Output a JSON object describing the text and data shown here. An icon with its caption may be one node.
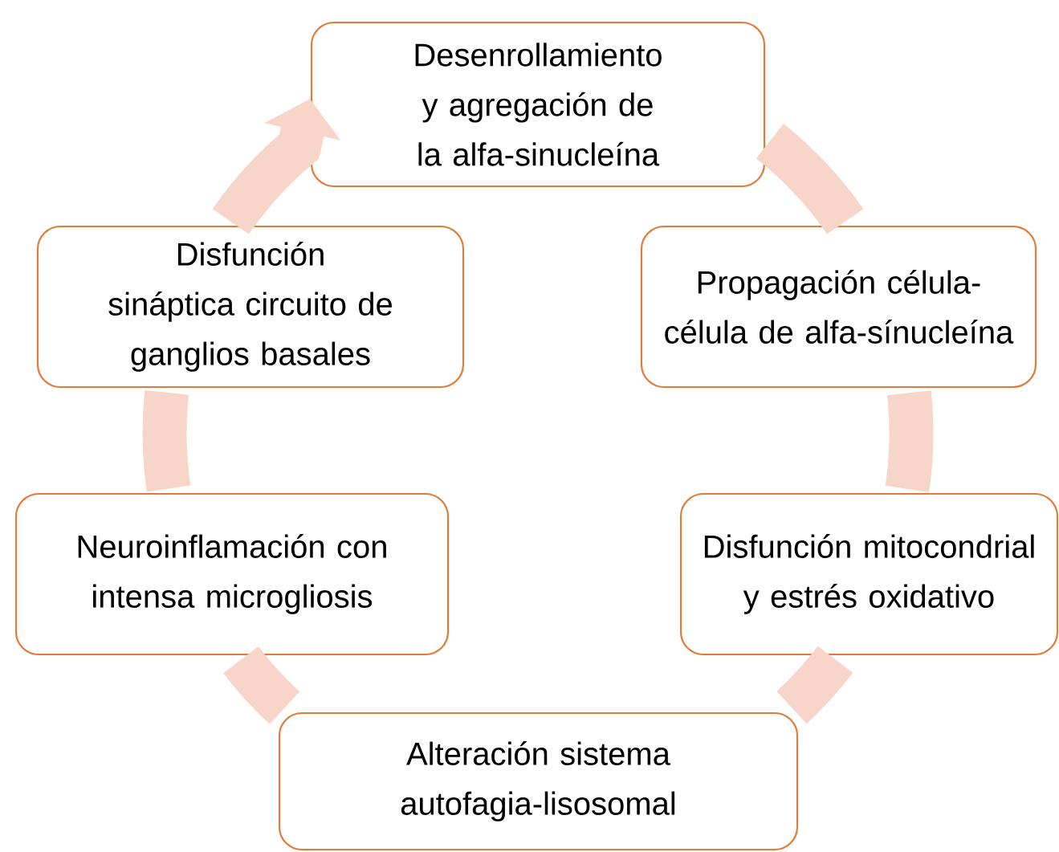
{
  "diagram": {
    "nodes": [
      {
        "text": [
          "Desenrollamiento y agregación de la alfa-sinucleína"
        ]
      },
      {
        "text": [
          "Propagación célula- célula de alfa-sínucleína"
        ]
      },
      {
        "text": [
          "Disfunción mitocondrial y estrés oxidativo"
        ]
      },
      {
        "text": [
          "Alteración sistema autofagia-lisosomal"
        ]
      },
      {
        "text": [
          "Neuroinflamación con intensa microgliosis"
        ]
      },
      {
        "text": [
          "Disfunción sináptica circuito de ganglios basales"
        ]
      }
    ],
    "edges": [
      {
        "from": 0,
        "to": 1,
        "arrow": "none"
      },
      {
        "from": 1,
        "to": 2,
        "arrow": "none"
      },
      {
        "from": 2,
        "to": 3,
        "arrow": "none"
      },
      {
        "from": 3,
        "to": 4,
        "arrow": "none"
      },
      {
        "from": 4,
        "to": 5,
        "arrow": "none"
      },
      {
        "from": 5,
        "to": 0,
        "arrow": "to"
      }
    ]
  }
}
